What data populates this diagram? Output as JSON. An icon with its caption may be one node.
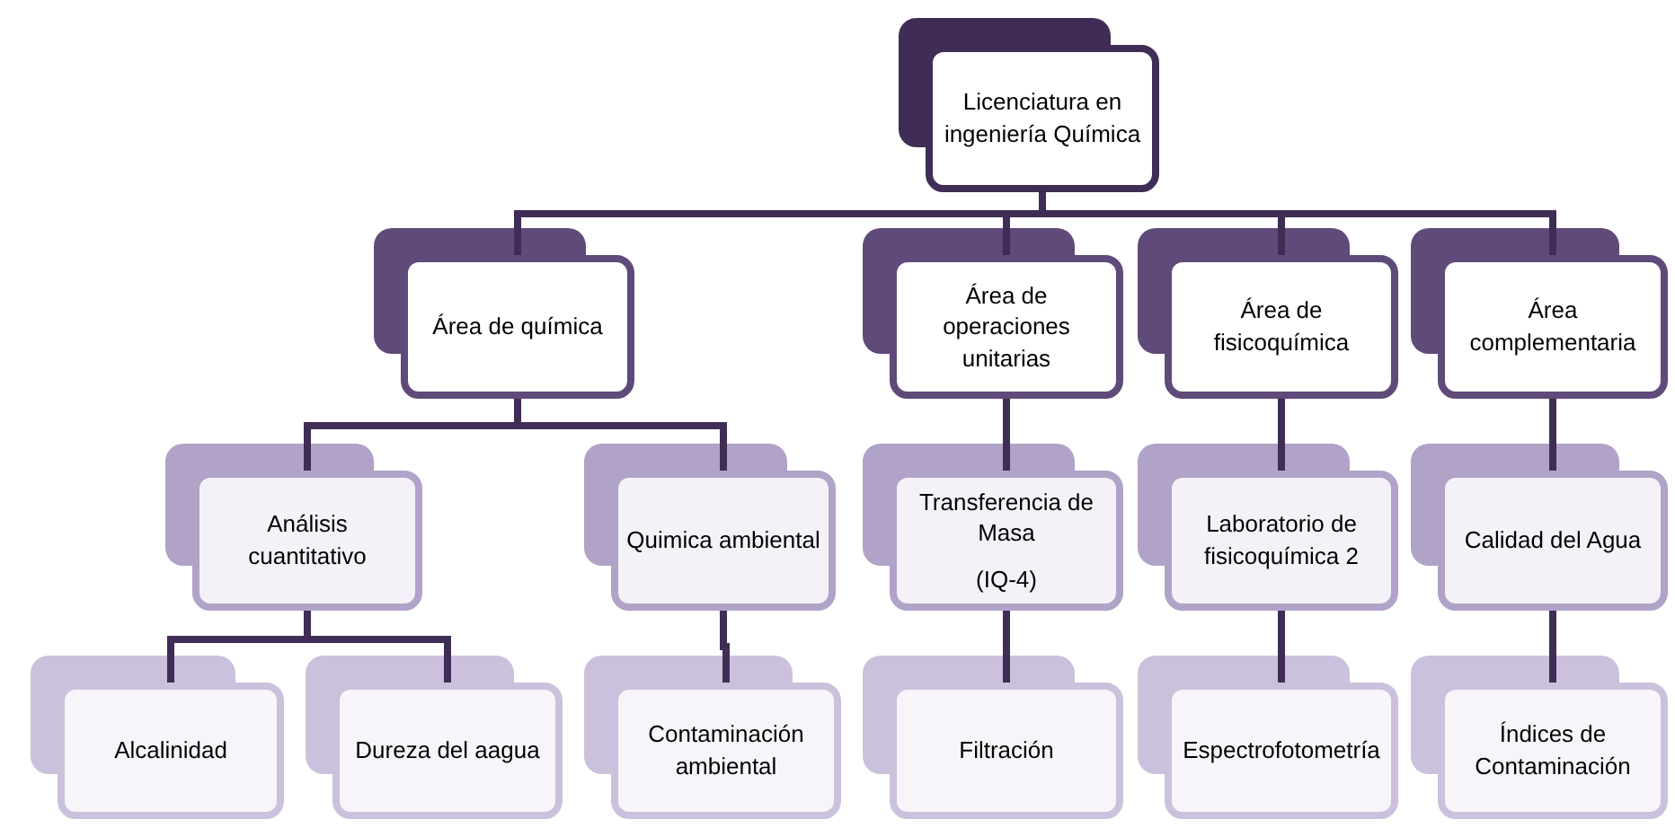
{
  "diagram": {
    "nodes": [
      {
        "text": [
          "Licenciatura en ingeniería Química"
        ]
      },
      {
        "text": [
          "Área de química"
        ]
      },
      {
        "text": [
          "Área de operaciones unitarias"
        ]
      },
      {
        "text": [
          "Área de fisicoquímica"
        ]
      },
      {
        "text": [
          "Área complementaria"
        ]
      },
      {
        "text": [
          "Análisis cuantitativo"
        ]
      },
      {
        "text": [
          "Quimica ambiental"
        ]
      },
      {
        "text": [
          "Transferencia de Masa",
          "(IQ-4)"
        ]
      },
      {
        "text": [
          "Laboratorio de fisicoquímica 2"
        ]
      },
      {
        "text": [
          "Calidad del Agua"
        ]
      },
      {
        "text": [
          "Alcalinidad"
        ]
      },
      {
        "text": [
          "Dureza del aagua"
        ]
      },
      {
        "text": [
          "Contaminación ambiental"
        ]
      },
      {
        "text": [
          "Filtración"
        ]
      },
      {
        "text": [
          "Espectrofotometría"
        ]
      },
      {
        "text": [
          "Índices de Contaminación"
        ]
      }
    ],
    "edges": [
      {
        "from": 0,
        "to": 1,
        "arrow": "none"
      },
      {
        "from": 0,
        "to": 2,
        "arrow": "none"
      },
      {
        "from": 0,
        "to": 3,
        "arrow": "none"
      },
      {
        "from": 0,
        "to": 4,
        "arrow": "none"
      },
      {
        "from": 1,
        "to": 5,
        "arrow": "none"
      },
      {
        "from": 1,
        "to": 6,
        "arrow": "none"
      },
      {
        "from": 2,
        "to": 7,
        "arrow": "none"
      },
      {
        "from": 3,
        "to": 8,
        "arrow": "none"
      },
      {
        "from": 4,
        "to": 9,
        "arrow": "none"
      },
      {
        "from": 5,
        "to": 10,
        "arrow": "none"
      },
      {
        "from": 5,
        "to": 11,
        "arrow": "none"
      },
      {
        "from": 6,
        "to": 12,
        "arrow": "none"
      },
      {
        "from": 7,
        "to": 13,
        "arrow": "none"
      },
      {
        "from": 8,
        "to": 14,
        "arrow": "none"
      },
      {
        "from": 9,
        "to": 15,
        "arrow": "none"
      }
    ]
  }
}
